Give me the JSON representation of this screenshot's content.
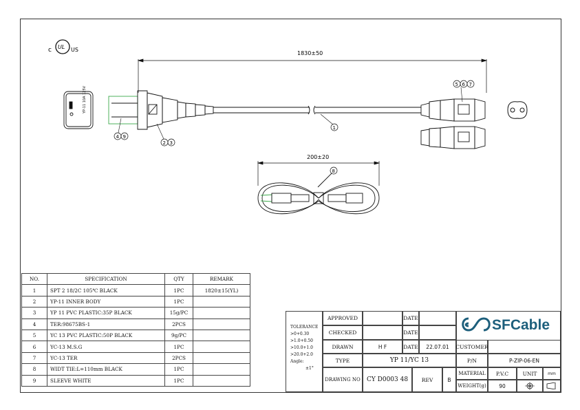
{
  "cert_mark": {
    "left": "c",
    "center": "UL",
    "right": "US"
  },
  "drawing": {
    "length_dim": "1830±50",
    "coil_dim": "200±20",
    "balloons": {
      "b1": "1",
      "b2": "2",
      "b3": "3",
      "b4": "4",
      "b5": "5",
      "b6": "6",
      "b7": "7",
      "b8": "8",
      "b9": "9"
    }
  },
  "spec_table": {
    "headers": [
      "NO.",
      "SPECIFICATION",
      "QTY",
      "REMARK"
    ],
    "rows": [
      [
        "1",
        "SPT 2 18/2C 105℃ BLACK",
        "1PC",
        "1820±15(YL)"
      ],
      [
        "2",
        "YP-11 INNER BODY",
        "1PC",
        ""
      ],
      [
        "3",
        "YP 11 PVC PLASTIC:35P BLACK",
        "15g/PC",
        ""
      ],
      [
        "4",
        "TER:98675BS-1",
        "2PCS",
        ""
      ],
      [
        "5",
        "YC 13 PVC PLASTIC:50P BLACK",
        "9g/PC",
        ""
      ],
      [
        "6",
        "YC-13 M.S.G",
        "1PC",
        ""
      ],
      [
        "7",
        "YC-13 TER",
        "2PCS",
        ""
      ],
      [
        "8",
        "WIDT TIE:L=110mm BLACK",
        "1PC",
        ""
      ],
      [
        "9",
        "SLEEVE WHITE",
        "1PC",
        ""
      ]
    ]
  },
  "title_block": {
    "tolerance": {
      "title": "TOLERANCE",
      "lines": [
        ">0+0.30",
        ">1.0+0.50",
        ">10.0+1.0",
        ">20.0+2.0"
      ],
      "angle": "Angle:",
      "angle_val": "±1°"
    },
    "approved": "APPROVED",
    "checked": "CHECKED",
    "drawn": "DRAWN",
    "drawn_val": "H F",
    "type": "TYPE",
    "type_val": "YP 11/YC 13",
    "drawing_no": "DRAWING NO",
    "drawing_no_val": "CY D0003 48",
    "date": "DATE",
    "date_val": "22.07.01",
    "rev": "REV",
    "rev_val": "B",
    "customer": "CUSTOMER",
    "pn": "P/N",
    "pn_val": "P-ZIP-06-EN",
    "material": "MATERIAL",
    "material_val": "P.V.C",
    "unit": "UNIT",
    "unit_val": "mm",
    "weight": "WEIGHT(g)",
    "weight_val": "90"
  },
  "logo": {
    "text": "SFCable",
    "color": "#1d5f7c"
  }
}
